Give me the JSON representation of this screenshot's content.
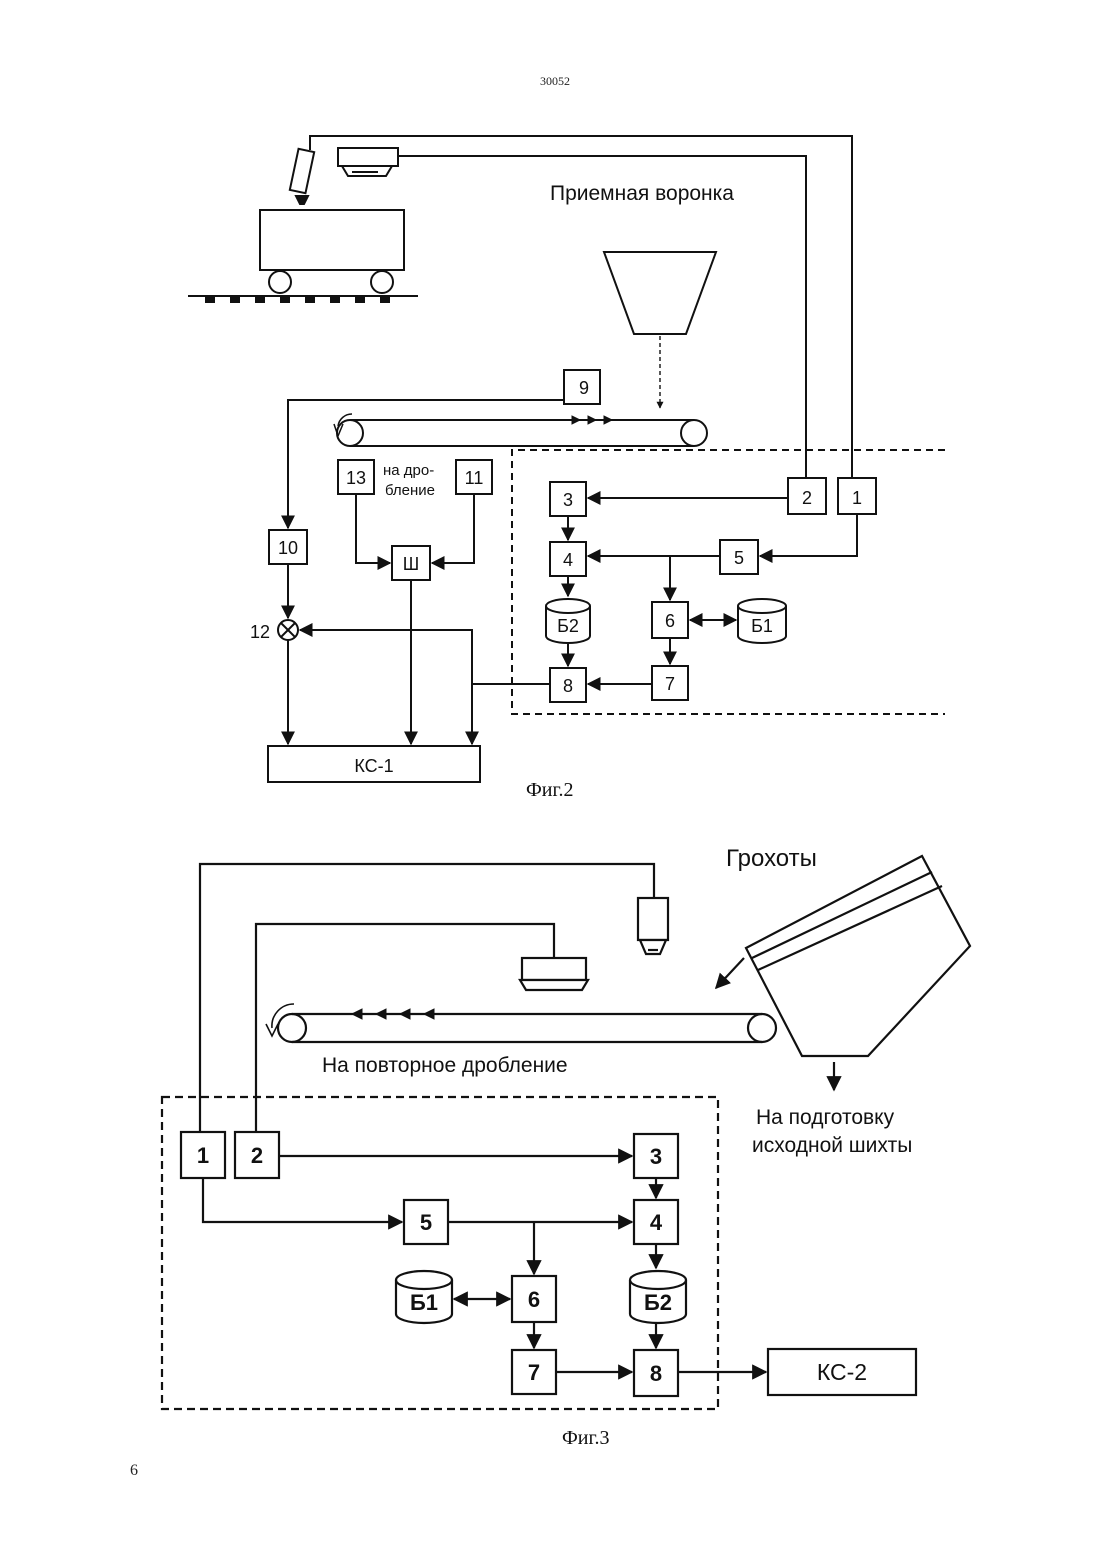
{
  "header": {
    "doc_number": "30052"
  },
  "footer": {
    "page_number": "6"
  },
  "fig2": {
    "caption": "Фиг.2",
    "hopper_label": "Приемная воронка",
    "crushing_label_line1": "на дро-",
    "crushing_label_line2": "бление",
    "blocks": {
      "b1": "1",
      "b2": "2",
      "b3": "3",
      "b4": "4",
      "b5": "5",
      "b6": "6",
      "b7": "7",
      "b8": "8",
      "b9": "9",
      "b10": "10",
      "b11": "11",
      "b13": "13",
      "sh": "Ш",
      "n12": "12"
    },
    "db1": "Б1",
    "db2": "Б2",
    "ks": "КС-1"
  },
  "fig3": {
    "caption": "Фиг.3",
    "screens_label": "Грохоты",
    "recrush_label": "На повторное дробление",
    "prep_label_line1": "На подготовку",
    "prep_label_line2": "исходной шихты",
    "blocks": {
      "b1": "1",
      "b2": "2",
      "b3": "3",
      "b4": "4",
      "b5": "5",
      "b6": "6",
      "b7": "7",
      "b8": "8"
    },
    "db1": "Б1",
    "db2": "Б2",
    "ks": "КС-2"
  }
}
